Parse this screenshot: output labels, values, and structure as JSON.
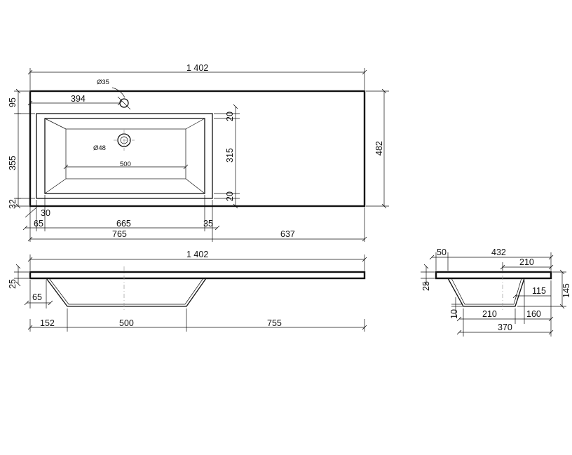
{
  "drawing": {
    "top_view": {
      "overall_width": "1 402",
      "overall_depth": "482",
      "tap_hole_diameter": "Ø35",
      "tap_offset_x": "394",
      "tap_offset_y": "95",
      "basin_depth": "355",
      "front_margin": "32",
      "drain_diameter": "Ø48",
      "basin_inner_width": "500",
      "basin_wall_top": "20",
      "basin_inner_depth": "315",
      "basin_wall_bottom": "20",
      "rim_offset": "30",
      "left_rim": "65",
      "basin_outer_width": "665",
      "right_rim": "35",
      "basin_zone_width": "765",
      "counter_width": "637"
    },
    "front_view": {
      "overall_width": "1 402",
      "slab_thickness": "25",
      "slope_offset": "65",
      "left_offset": "152",
      "bottom_width": "500",
      "right_offset": "755"
    },
    "side_view": {
      "rim_width": "50",
      "overall_depth": "432",
      "center_to_back": "210",
      "slab_thickness": "25",
      "total_height": "145",
      "drain_height": "115",
      "bottom_thickness": "10",
      "bottom_center": "210",
      "back_offset": "160",
      "basin_outer_depth": "370"
    }
  }
}
